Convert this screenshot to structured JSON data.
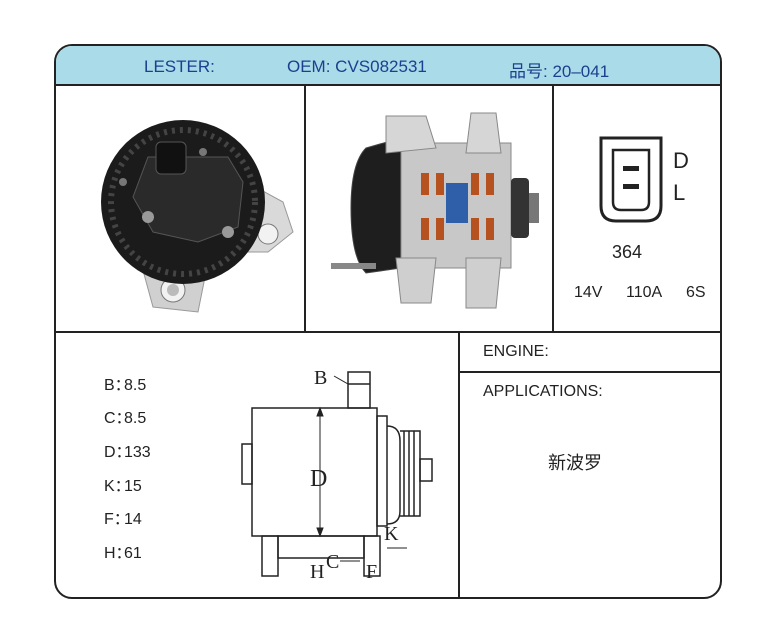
{
  "header": {
    "brand": "LESTER:",
    "oem": "OEM: CVS082531",
    "part_number": "品号: 20–041"
  },
  "connector": {
    "top_label": "D",
    "bottom_label": "L",
    "code": "364",
    "voltage": "14V",
    "amperage": "110A",
    "pulley": "6S"
  },
  "specs": [
    {
      "label": "B：",
      "value": "8.5"
    },
    {
      "label": "C：",
      "value": "8.5"
    },
    {
      "label": "D：",
      "value": "133"
    },
    {
      "label": "K：",
      "value": "15"
    },
    {
      "label": "F：",
      "value": "14"
    },
    {
      "label": "H：",
      "value": "61"
    }
  ],
  "diagram": {
    "b": "B",
    "d": "D",
    "c": "C",
    "k": "K",
    "h": "H",
    "f": "F"
  },
  "engine_label": "ENGINE:",
  "applications_label": "APPLICATIONS:",
  "applications": "新波罗"
}
